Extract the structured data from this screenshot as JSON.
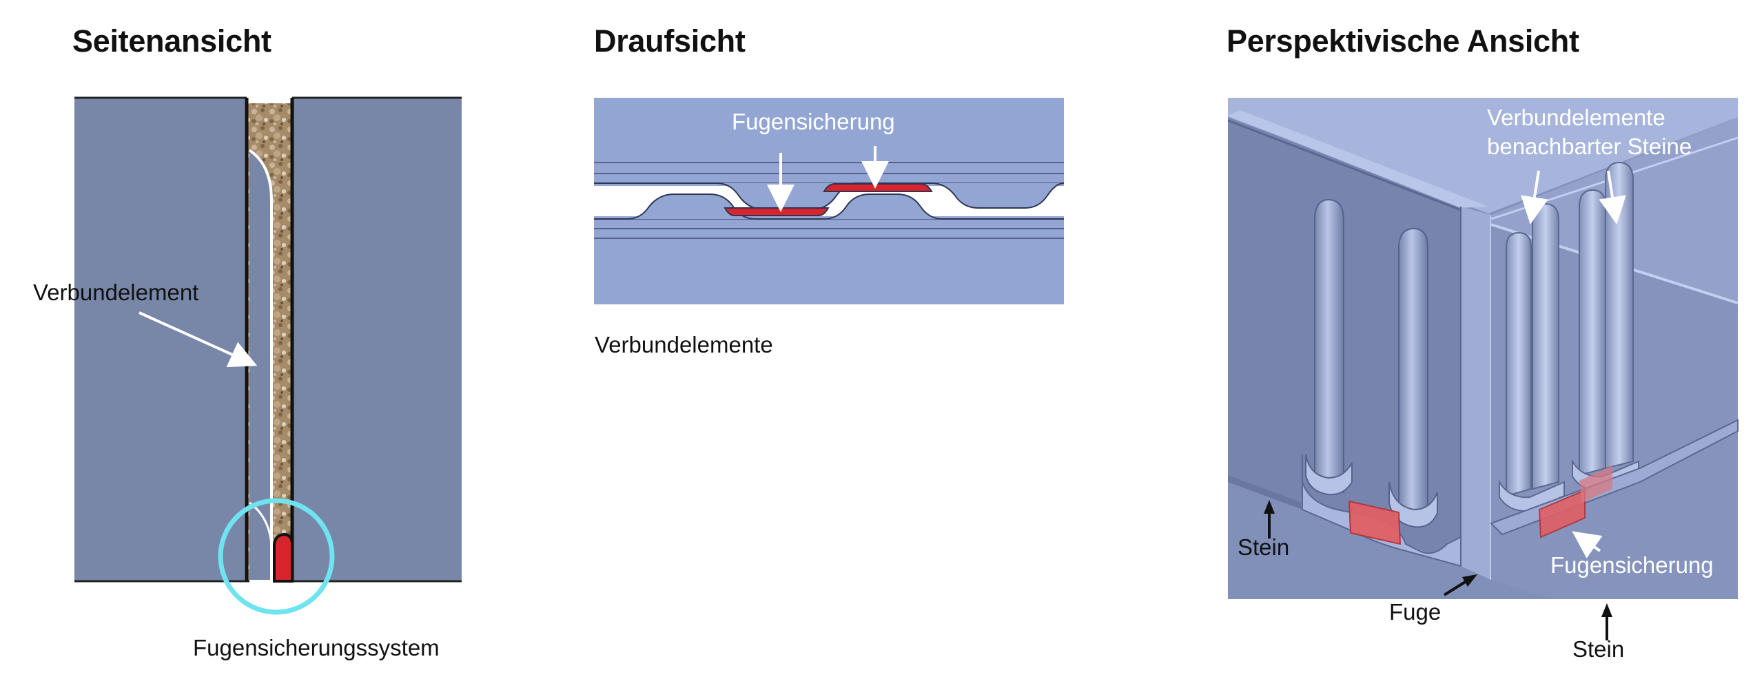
{
  "panels": {
    "side": {
      "title": "Seitenansicht",
      "label_element": "Verbundelement",
      "label_system": "Fugensicherungssystem"
    },
    "top": {
      "title": "Draufsicht",
      "label_fugensicherung": "Fugensicherung",
      "label_elements": "Verbundelemente"
    },
    "perspective": {
      "title": "Perspektivische Ansicht",
      "label_elements_line1": "Verbundelemente",
      "label_elements_line2": "benachbarter Steine",
      "label_stein_left": "Stein",
      "label_stein_right": "Stein",
      "label_fuge": "Fuge",
      "label_fugensicherung": "Fugensicherung"
    }
  },
  "colors": {
    "stone_side": "#7886a8",
    "stone_top": "#93a6d3",
    "persp_stone": "#7f8db5",
    "persp_light": "#a9b7dc",
    "seal_red": "#d8242c",
    "highlight_circle": "#6fe3ef",
    "gravel": "#a88f6e"
  }
}
